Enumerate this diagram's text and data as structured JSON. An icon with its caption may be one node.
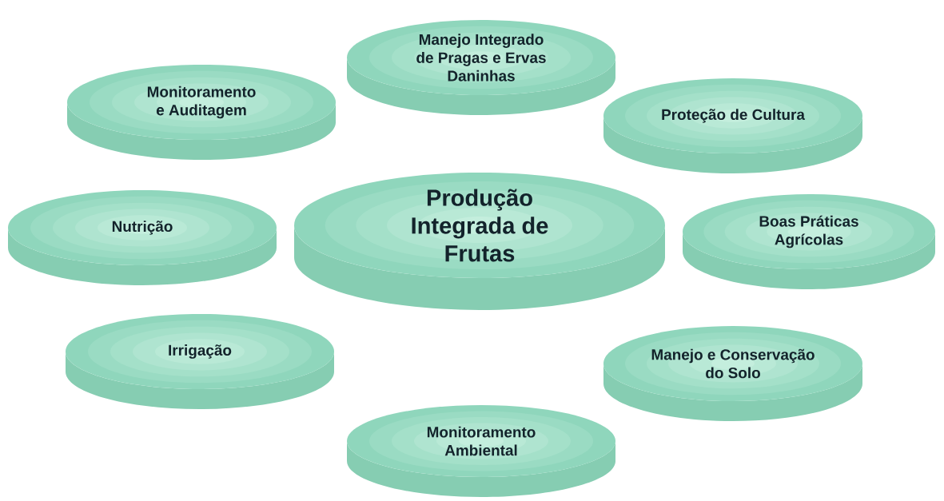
{
  "diagram": {
    "nodes": [
      {
        "text": [
          "Manejo Integrado de Pragas e Ervas Daninhas"
        ]
      },
      {
        "text": [
          "Monitoramento e Auditagem"
        ]
      },
      {
        "text": [
          "Proteção de Cultura"
        ]
      },
      {
        "text": [
          "Nutrição"
        ]
      },
      {
        "text": [
          "Produção Integrada de Frutas"
        ]
      },
      {
        "text": [
          "Boas Práticas Agrícolas"
        ]
      },
      {
        "text": [
          "Irrigação"
        ]
      },
      {
        "text": [
          "Manejo e Conservação do Solo"
        ]
      },
      {
        "text": [
          "Monitoramento Ambiental"
        ]
      }
    ]
  }
}
